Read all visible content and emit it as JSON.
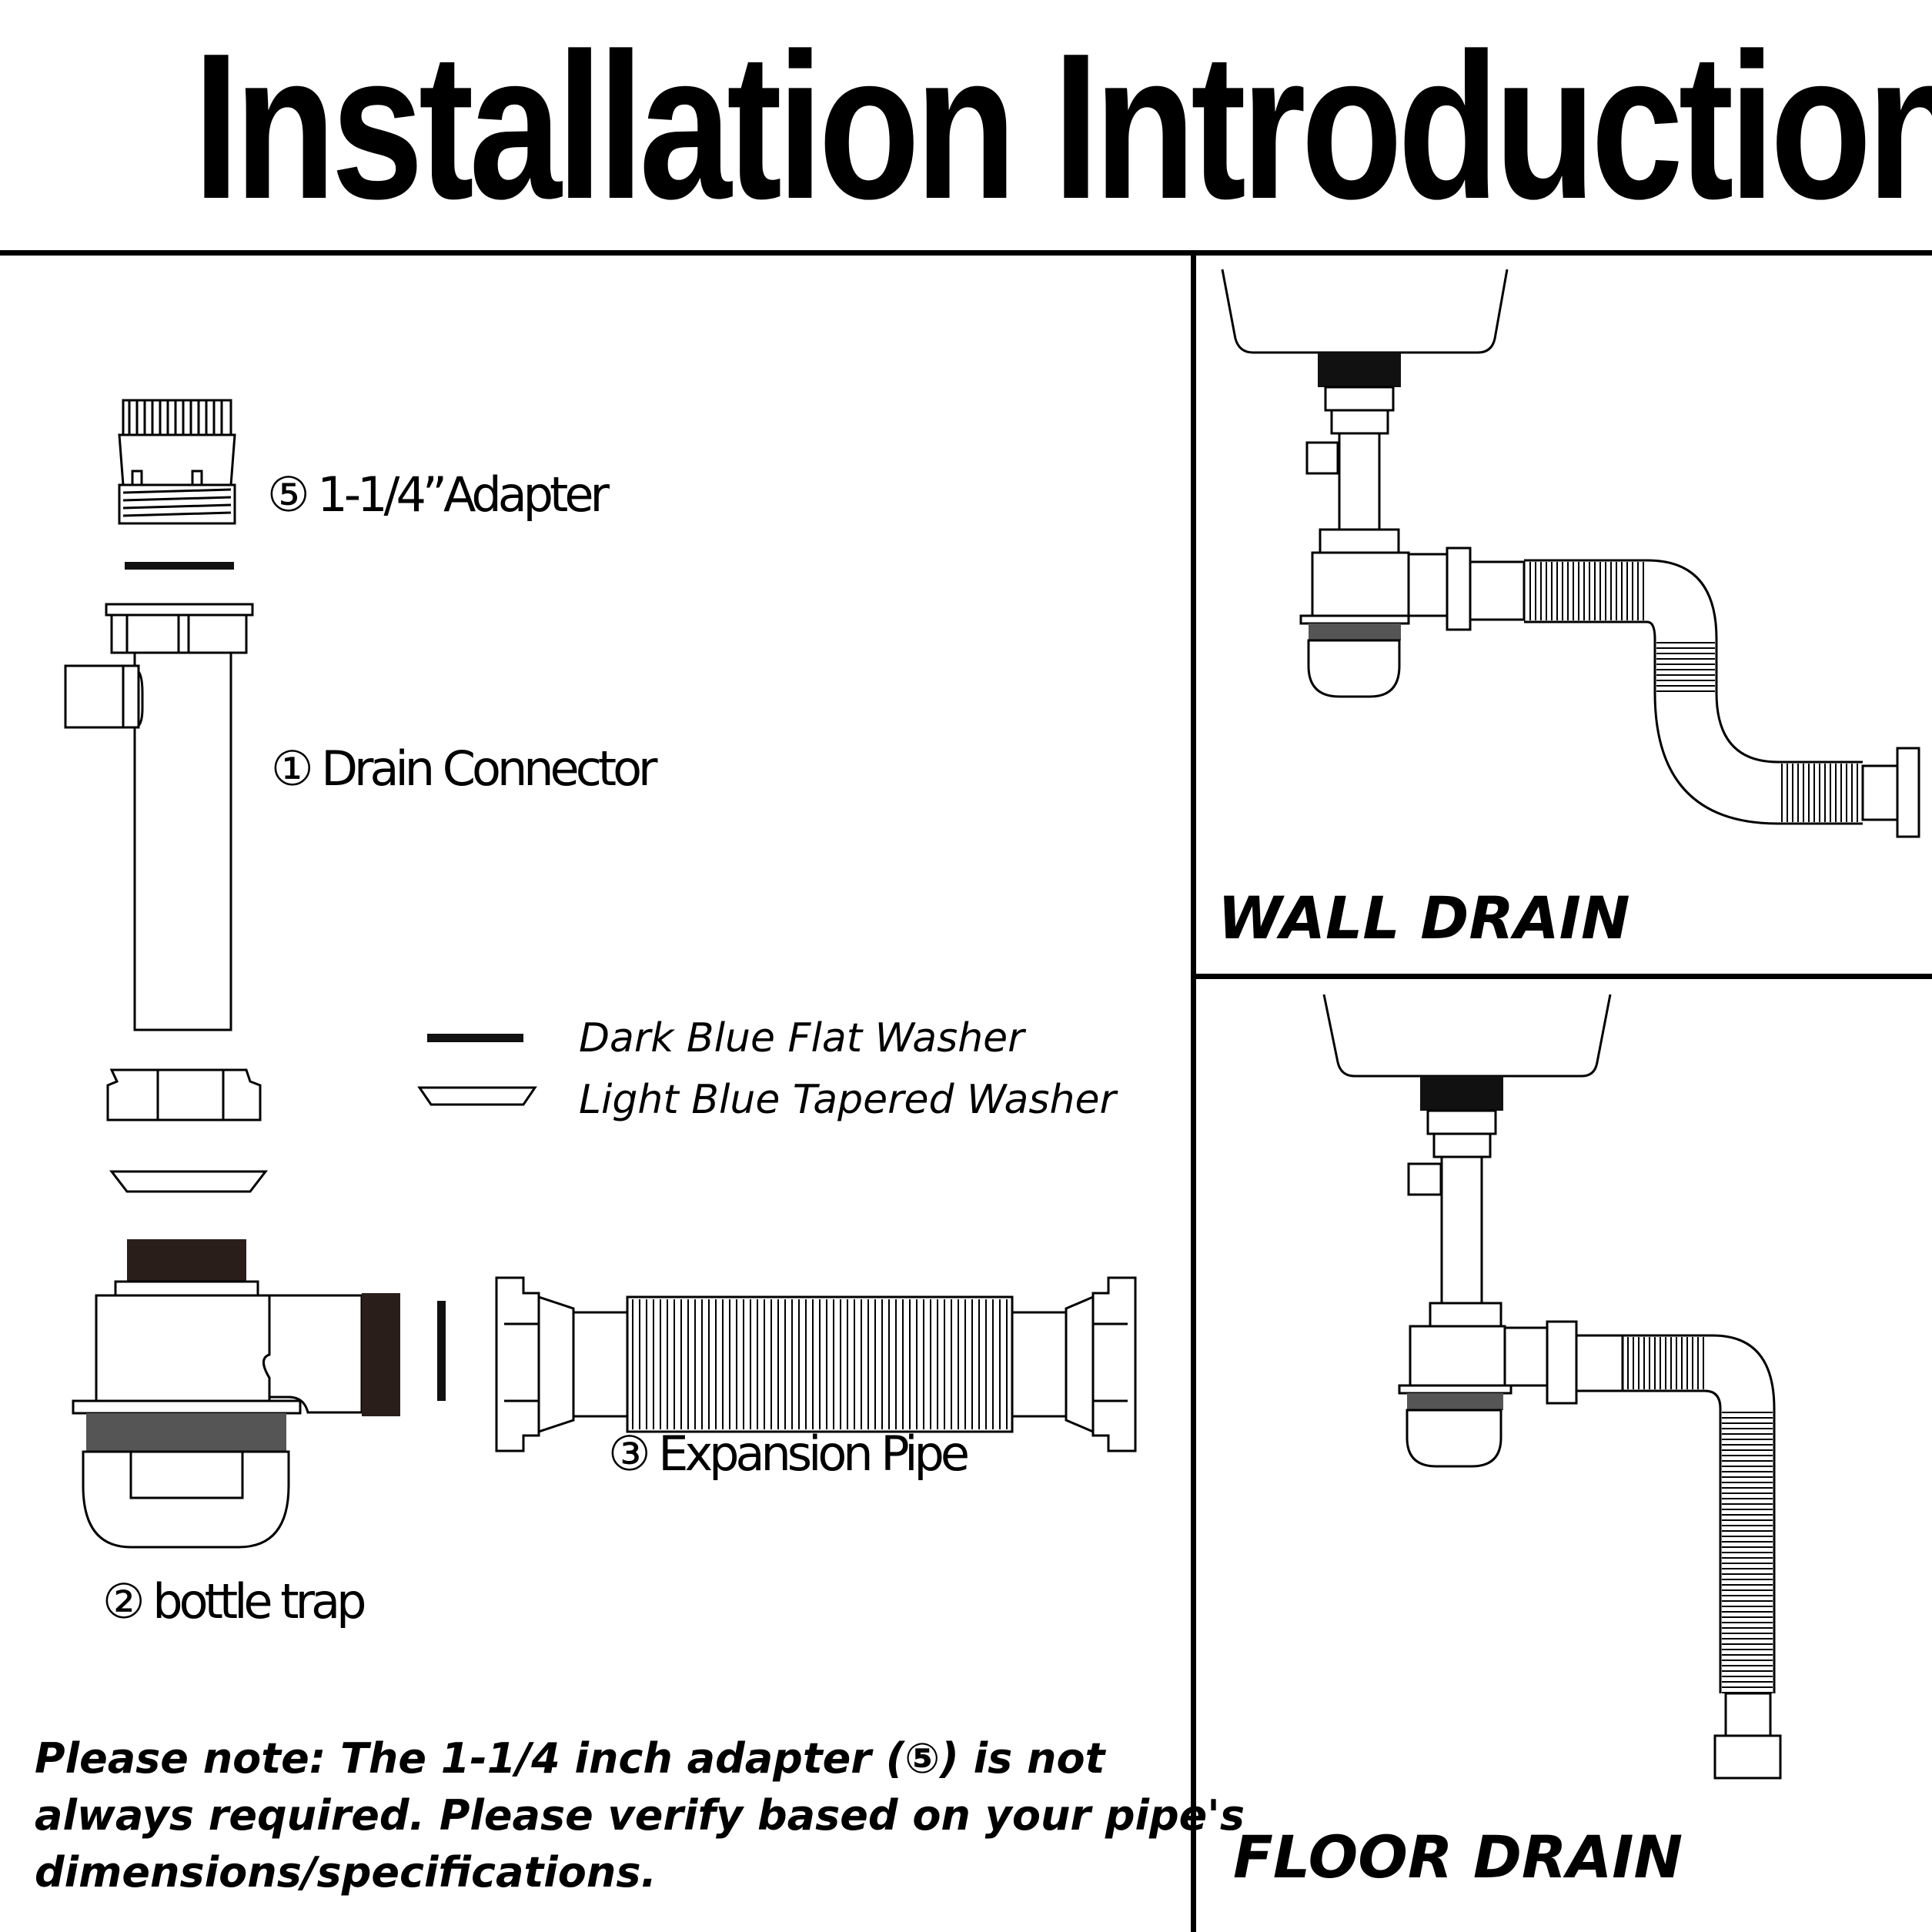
{
  "title": "Installation Introduction",
  "parts": {
    "adapter": "⑤ 1-1/4”Adapter",
    "drain_connector": "① Drain Connector",
    "bottle_trap": "② bottle trap",
    "expansion_pipe": "③ Expansion Pipe"
  },
  "legend": {
    "dark_washer": "Dark Blue Flat Washer",
    "light_washer": "Light Blue Tapered Washer"
  },
  "drains": {
    "wall": "WALL DRAIN",
    "floor": "FLOOR DRAIN"
  },
  "note": {
    "line1": "Please note: The 1-1/4 inch adapter (⑤) is not",
    "line2": "always required. Please verify based on your pipe's",
    "line3": "dimensions/specifications."
  },
  "colors": {
    "line": "#000000",
    "dark_washer": "#111111",
    "trap_band": "#555555",
    "trap_cap": "#2a1e1a"
  }
}
